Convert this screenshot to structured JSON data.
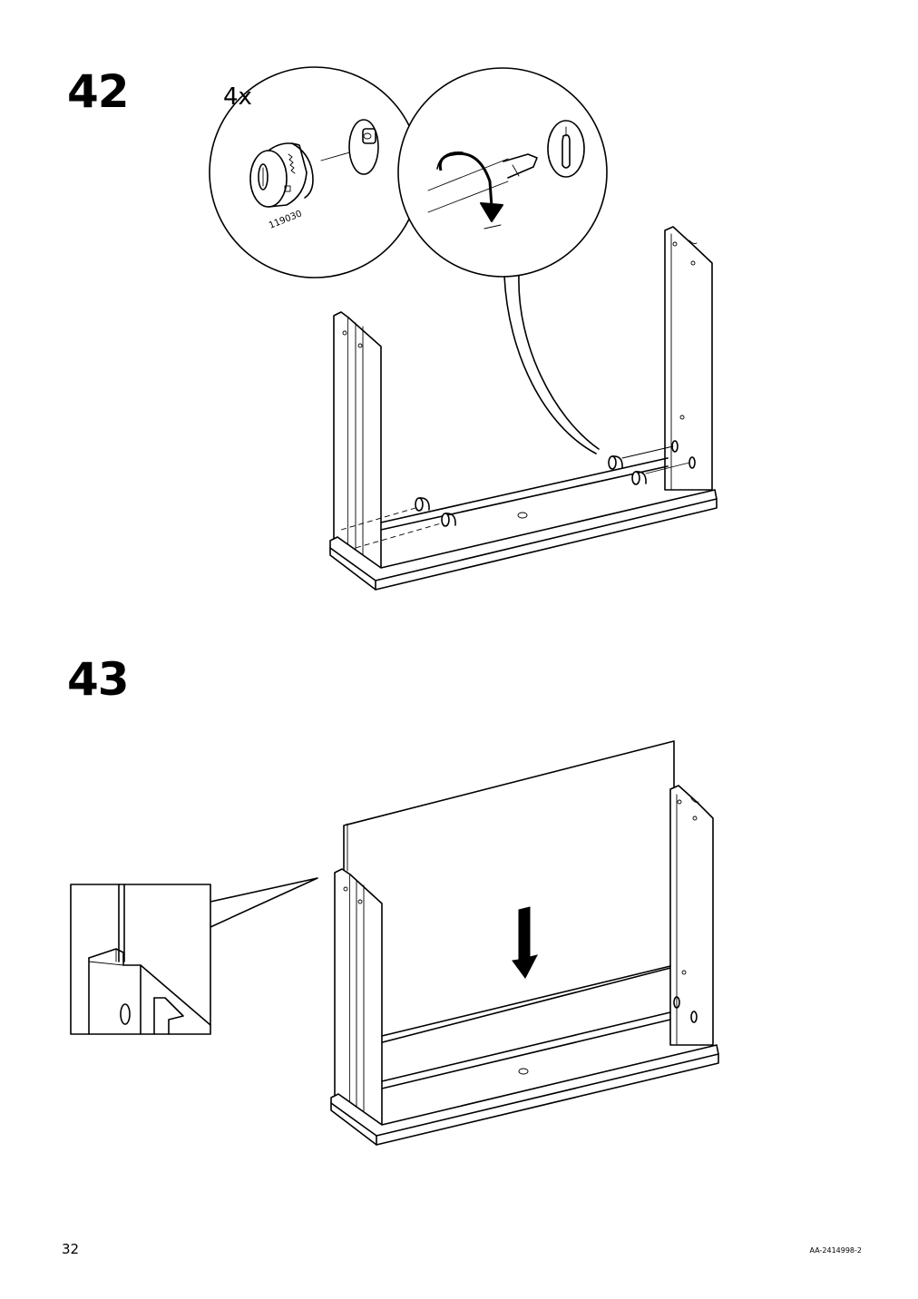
{
  "steps": [
    {
      "number": "42",
      "callout_quantity": "4x",
      "part_number": "119030"
    },
    {
      "number": "43"
    }
  ],
  "footer": {
    "page_number": "32",
    "document_code": "AA-2414998-2"
  }
}
